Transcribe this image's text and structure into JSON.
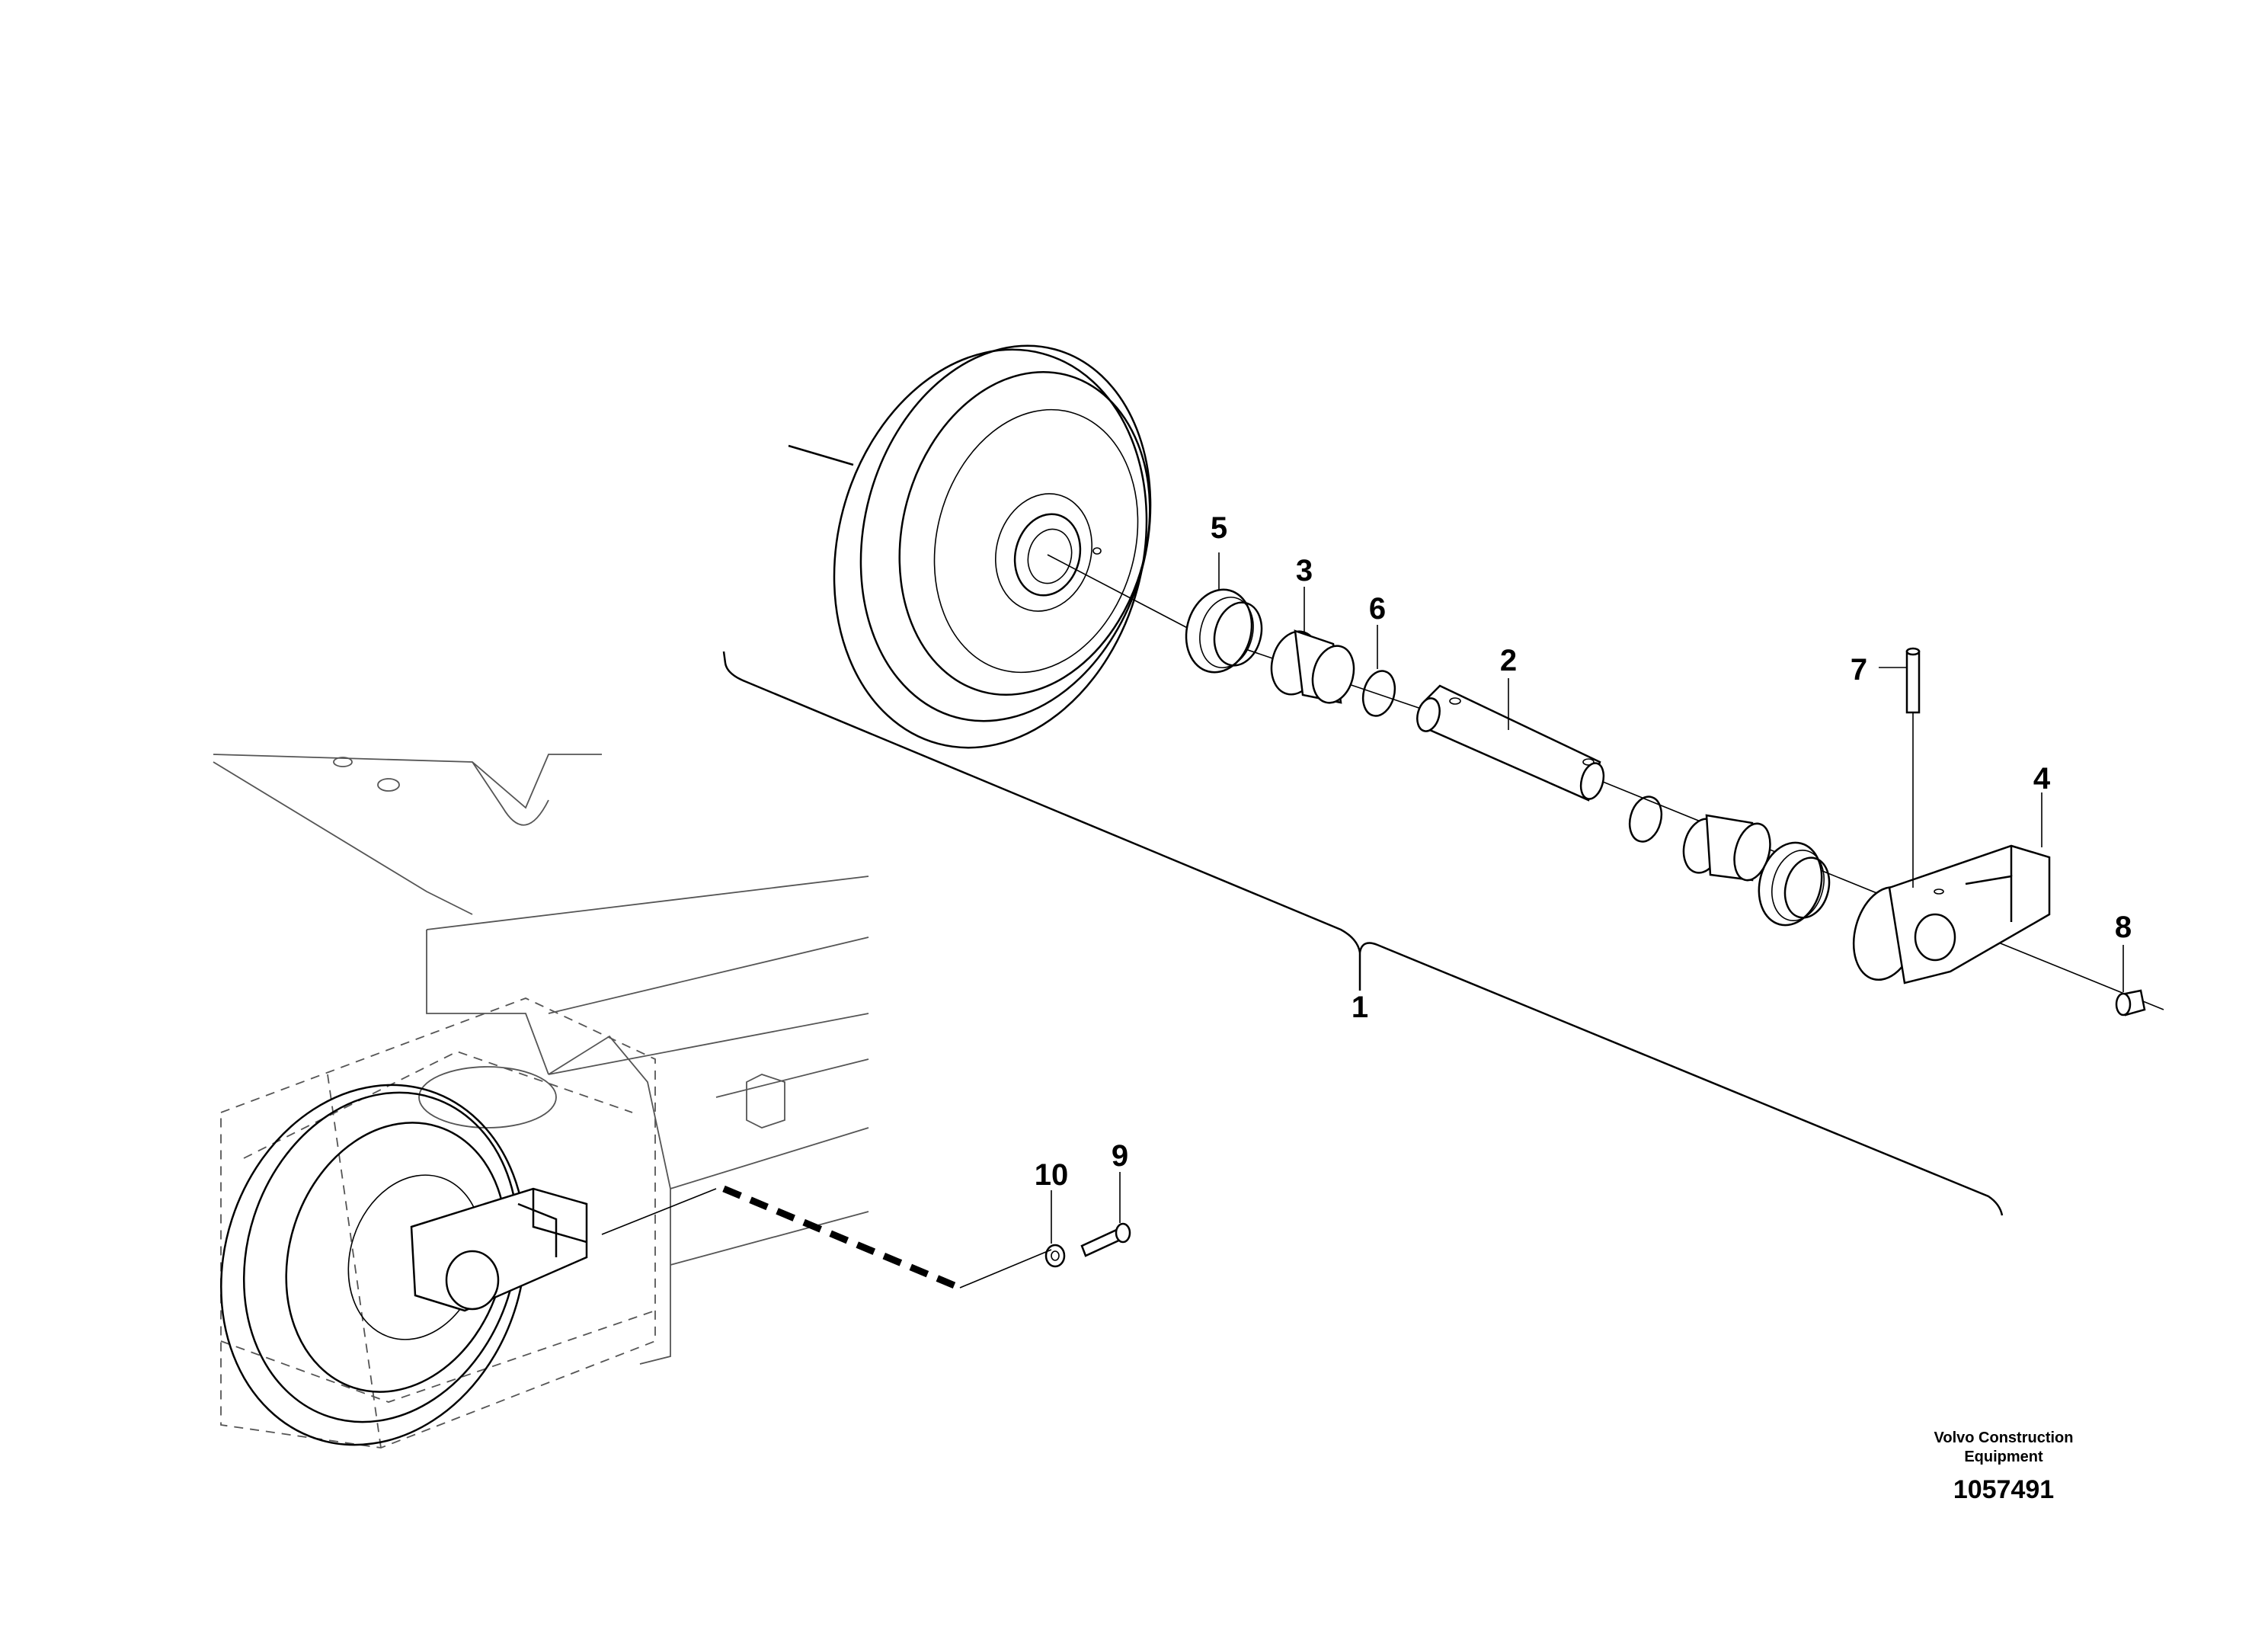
{
  "diagram": {
    "callouts": [
      {
        "id": "c1",
        "text": "1"
      },
      {
        "id": "c2",
        "text": "2"
      },
      {
        "id": "c3",
        "text": "3"
      },
      {
        "id": "c4",
        "text": "4"
      },
      {
        "id": "c5",
        "text": "5"
      },
      {
        "id": "c6",
        "text": "6"
      },
      {
        "id": "c7",
        "text": "7"
      },
      {
        "id": "c8",
        "text": "8"
      },
      {
        "id": "c9",
        "text": "9"
      },
      {
        "id": "c10",
        "text": "10"
      }
    ],
    "credit_line1": "Volvo Construction",
    "credit_line2": "Equipment",
    "part_number": "1057491"
  }
}
